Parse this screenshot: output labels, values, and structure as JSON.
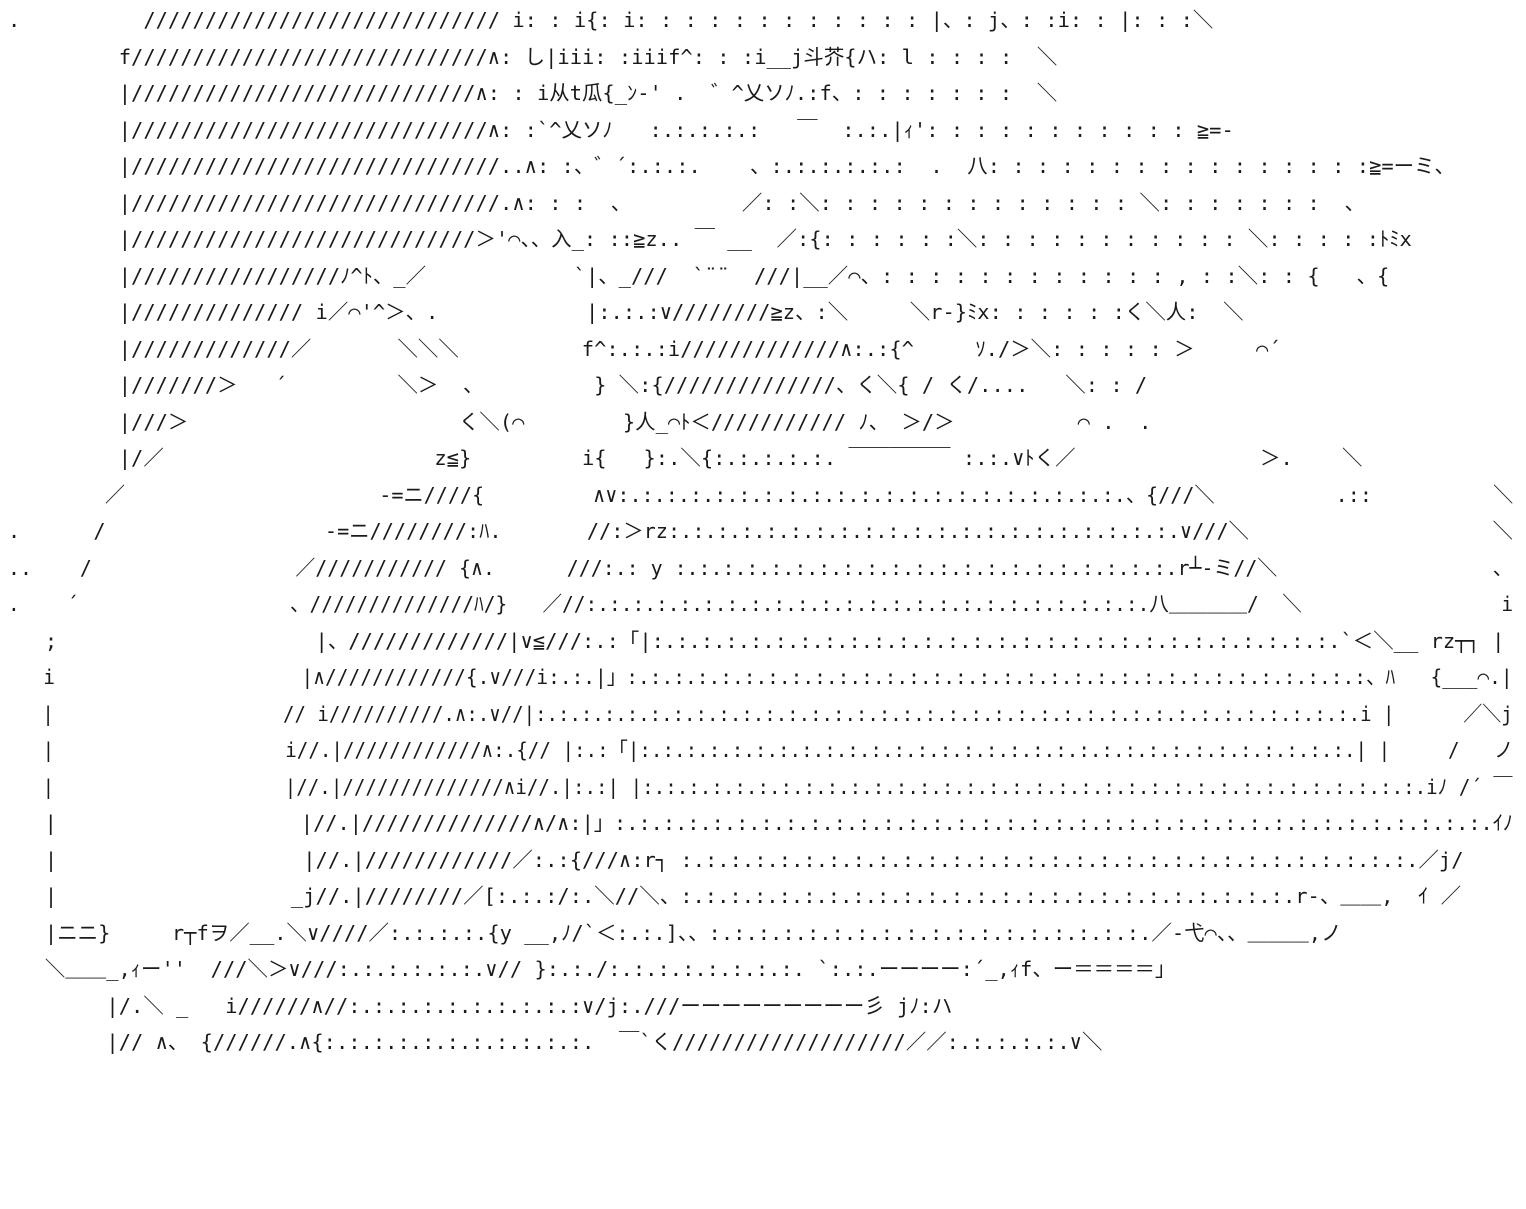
{
  "art_lines": [
    ".          ///////////////////////////// i: : i{: i: : : : : : : : : : : : |、: j、: :i: : |: : :＼",
    "         f/////////////////////////////∧: し|iii: :iiif^: : :i__j斗芥{ハ: l : : : :  ＼",
    "         |////////////////////////////∧: : i从t瓜{_ﾝ-' .  ゛^乂ソﾉ.:f、: : : : : : :  ＼",
    "         |/////////////////////////////∧: :`^乂ソﾉ   :.:.:.:.:   ￣  :.:.|ｨ': : : : : : : : : : : ≧=-",
    "         |//////////////////////////////..∧: :、゛´:.:.:.    、:.:.:.:.:.:  .  八: : : : : : : : : : : : : : : :≧=ーミ、",
    "         |//////////////////////////////.∧: : :  、         ／: :＼: : : : : : : : : : : : : ＼: : : : : : :  、",
    "         |////////////////////////////＞'⌒、、入_: ::≧z.. ￣ __  ／:{: : : : : :＼: : : : : : : : : : : ＼: : : : :ﾄﾐx",
    "         |/////////////////ﾉ^ﾄ、_／            `|、_///  `¨¨  ///|__／⌒、: : : : : : : : : : : : , : :＼: : {   、{",
    "         |////////////// i／⌒'^＞、.            |:.:.:∨////////≧z、:＼     ＼r-}ﾐx: : : : : :く＼人:  ＼",
    "         |/////////////／       ＼＼＼          f^:.:.:i/////////////∧:.:{^     ｿ./＞＼: : : : : ＞     ⌒´",
    "         |///////＞   ´         ＼＞  、         } ＼:{//////////////、く＼{ / く/....   ＼: : /",
    "         |///＞                      く＼(⌒        }人_⌒ﾄ＜/////////// ﾉ、 ＞/＞          ⌒ .  .",
    "         |/／                      z≦}         i{   }:.＼{:.:.:.:.:. ￣￣￣￣￣ :.:.∨ﾄく／               ＞.    ＼",
    "        ／                     -=ニ////{         ∧∨:.:.:.:.:.:.:.:.:.:.:.:.:.:.:.:.:.:.:.:.:.、{///＼          .::          ＼",
    ".      /                  -=ニ////////:ﾊ.       //:＞rz:.:.:.:.:.:.:.:.:.:.:.:.:.:.:.:.:.:.:.:.:.∨///＼                    ＼",
    "..    /                 ／/////////// {∧.      ///:.: y :.:.:.:.:.:.:.:.:.:.:.:.:.:.:.:.:.:.:.:.:.r┴-ミ//＼                  、",
    ".    ´                  、//////////////ﾊ/}   ／//:.:.:.:.:.:.:.:.:.:.:.:.:.:.:.:.:.:.:.:.:.:.:.:.八＿＿＿＿/  ＼                 i",
    "   ;                     |、/////////////|∨≦///:.:「|:.:.:.:.:.:.:.:.:.:.:.:.:.:.:.:.:.:.:.:.:.:.:.:.:.:.:.:.`＜＼__ rz┬┐ |",
    "   i                     |∧////////////{.∨///i:.:.|」:.:.:.:.:.:.:.:.:.:.:.:.:.:.:.:.:.:.:.:.:.:.:.:.:.:.:.:.:.:.:.:、ﾊ   {___⌒.|",
    "   |                    // i//////////.∧:.∨//|:.:.:.:.:.:.:.:.:.:.:.:.:.:.:.:.:.:.:.:.:.:.:.:.:.:.:.:.:.:.:.:.:.:.:.:.i |      ／＼j",
    "   |                    i//.|////////////∧:.{// |:.:「|:.:.:.:.:.:.:.:.:.:.:.:.:.:.:.:.:.:.:.:.:.:.:.:.:.:.:.:.:.:.:.| |     /   ノ",
    "   |                    |//.|//////////////∧i//.|:.:| |:.:.:.:.:.:.:.:.:.:.:.:.:.:.:.:.:.:.:.:.:.:.:.:.:.:.:.:.:.:.:.:.:.:.iﾉ /´ ￣",
    "   |                    |//.|//////////////∧/∧:|」:.:.:.:.:.:.:.:.:.:.:.:.:.:.:.:.:.:.:.:.:.:.:.:.:.:.:.:.:.:.:.:.:.:.:.:.ｲﾉ",
    "   |                    |//.|////////////／:.:{///∧:r┐ :.:.:.:.:.:.:.:.:.:.:.:.:.:.:.:.:.:.:.:.:.:.:.:.:.:.:.:.:.:.／j/",
    "   |                   _j//.|////////／[:.:.:/:.＼//＼、:.:.:.:.:.:.:.:.:.:.:.:.:.:.:.:.:.:.:.:.:.:.:.:.:.r-、＿＿,  ｲ ／",
    "   |ニニ}     r┬fヲ／__.＼∨////／:.:.:.:.{y __,ﾉ/`＜:.:.]、、:.:.:.:.:.:.:.:.:.:.:.:.:.:.:.:.:.:.／-弋⌒、、＿＿＿,ノ",
    "   ＼＿＿_,ｨー''  ///＼＞∨///:.:.:.:.:.:.∨// }:.:./:.:.:.:.:.:.:.:. `:.:.ーーーー:´_,ｨf、ー＝＝＝＝」",
    "        |/.＼ _   i//////∧//:.:.:.:.:.:.:.:.:.:∨/j:.///ーーーーーーーーー彡 jﾉ:ハ",
    "        |// ∧、 {//////.∧{:.:.:.:.:.:.:.:.:.:.:.  ￣`く///////////////////／／:.:.:.:.:.∨＼"
  ]
}
